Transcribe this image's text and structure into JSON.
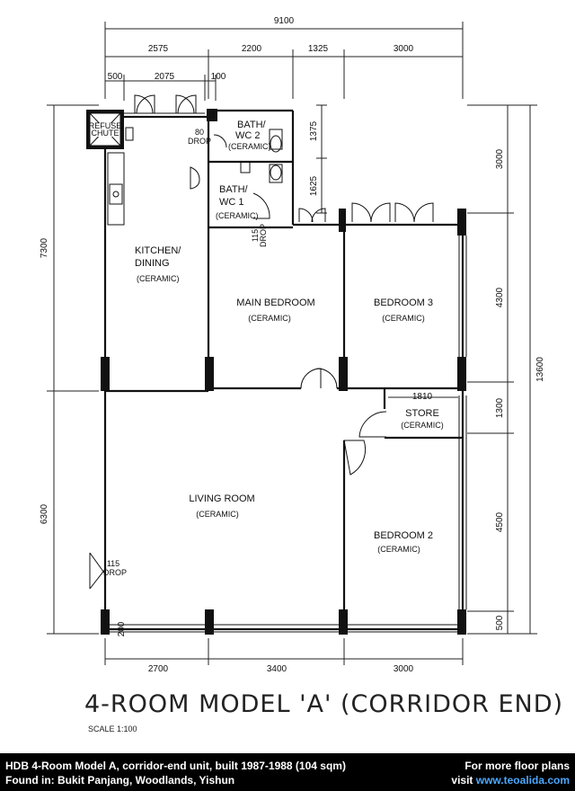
{
  "dimensions": {
    "top_overall": "9100",
    "top_segments": [
      "2575",
      "2200",
      "1325",
      "3000"
    ],
    "top_sub": [
      "500",
      "2075",
      "100"
    ],
    "bottom_segments": [
      "2700",
      "3400",
      "3000"
    ],
    "left_upper": "7300",
    "left_lower": "6300",
    "right_overall": "13600",
    "right_segments": [
      "3000",
      "4300",
      "1300",
      "4500",
      "500"
    ],
    "bath2_height": "1375",
    "bath1_height": "1625",
    "store_width": "1810",
    "bottom_small": "200"
  },
  "fixtures": {
    "refuse_chute_line1": "REFUSE",
    "refuse_chute_line2": "CHUTE",
    "drop_80_value": "80",
    "drop_80_label": "DROP",
    "drop_115a_value": "115",
    "drop_115a_label": "DROP",
    "drop_115b_value": "115",
    "drop_115b_label": "DROP"
  },
  "rooms": {
    "bath2_line1": "BATH/",
    "bath2_line2": "WC 2",
    "bath2_finish": "(CERAMIC)",
    "bath1_line1": "BATH/",
    "bath1_line2": "WC 1",
    "bath1_finish": "(CERAMIC)",
    "kitchen_line1": "KITCHEN/",
    "kitchen_line2": "DINING",
    "kitchen_finish": "(CERAMIC)",
    "main_bedroom": "MAIN BEDROOM",
    "main_bedroom_finish": "(CERAMIC)",
    "bedroom3": "BEDROOM 3",
    "bedroom3_finish": "(CERAMIC)",
    "store": "STORE",
    "store_finish": "(CERAMIC)",
    "living": "LIVING ROOM",
    "living_finish": "(CERAMIC)",
    "bedroom2": "BEDROOM 2",
    "bedroom2_finish": "(CERAMIC)"
  },
  "title": "4-ROOM MODEL 'A' (CORRIDOR END)",
  "scale": "SCALE  1:100",
  "footer": {
    "line1": "HDB 4-Room Model A, corridor-end unit, built 1987-1988 (104 sqm)",
    "line2": "Found in: Bukit Panjang, Woodlands, Yishun",
    "right1": "For more floor plans",
    "right2_prefix": "visit ",
    "right2_link": "www.teoalida.com"
  }
}
